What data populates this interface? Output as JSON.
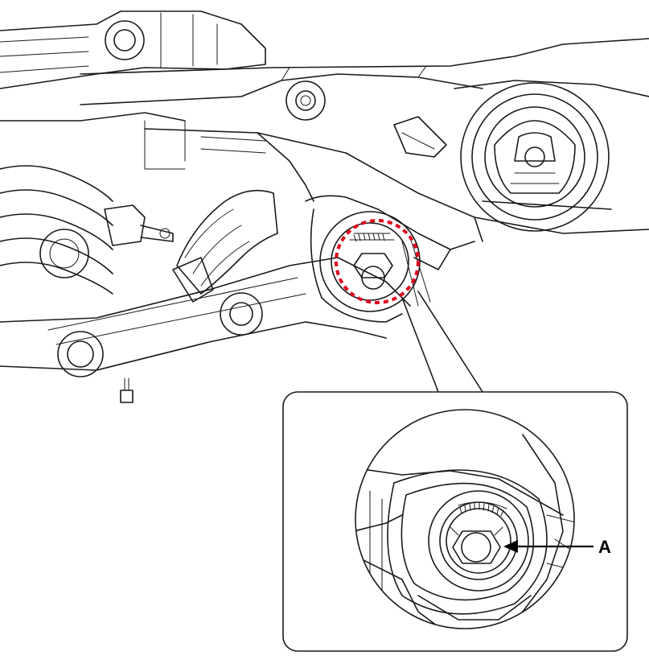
{
  "callout": {
    "label": "A",
    "highlight_color": "#e0001b",
    "arrow_color": "#000000"
  },
  "icons": {
    "highlight": "dashed-circle-highlight",
    "pointer": "arrow-pointer"
  }
}
